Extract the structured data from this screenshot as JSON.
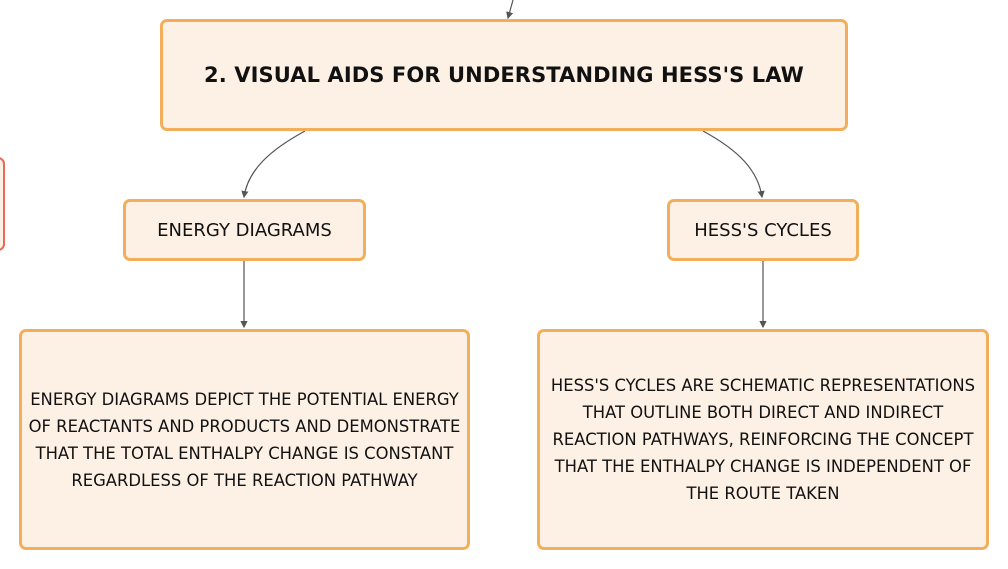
{
  "diagram": {
    "colors": {
      "node_fill": "#fdf1e6",
      "node_border": "#f2ae5a",
      "connector": "#555555",
      "offscreen_node_border": "#e86a57"
    },
    "title_node": {
      "label": "2. VISUAL AIDS FOR UNDERSTANDING HESS'S LAW"
    },
    "branches": [
      {
        "label": "ENERGY DIAGRAMS",
        "detail": "ENERGY DIAGRAMS DEPICT THE POTENTIAL ENERGY OF REACTANTS AND PRODUCTS AND DEMONSTRATE THAT THE TOTAL ENTHALPY CHANGE IS CONSTANT REGARDLESS OF THE REACTION PATHWAY"
      },
      {
        "label": "HESS'S CYCLES",
        "detail": "HESS'S CYCLES ARE SCHEMATIC REPRESENTATIONS THAT OUTLINE BOTH DIRECT AND INDIRECT REACTION PATHWAYS, REINFORCING THE CONCEPT THAT THE ENTHALPY CHANGE IS INDEPENDENT OF THE ROUTE TAKEN"
      }
    ]
  }
}
